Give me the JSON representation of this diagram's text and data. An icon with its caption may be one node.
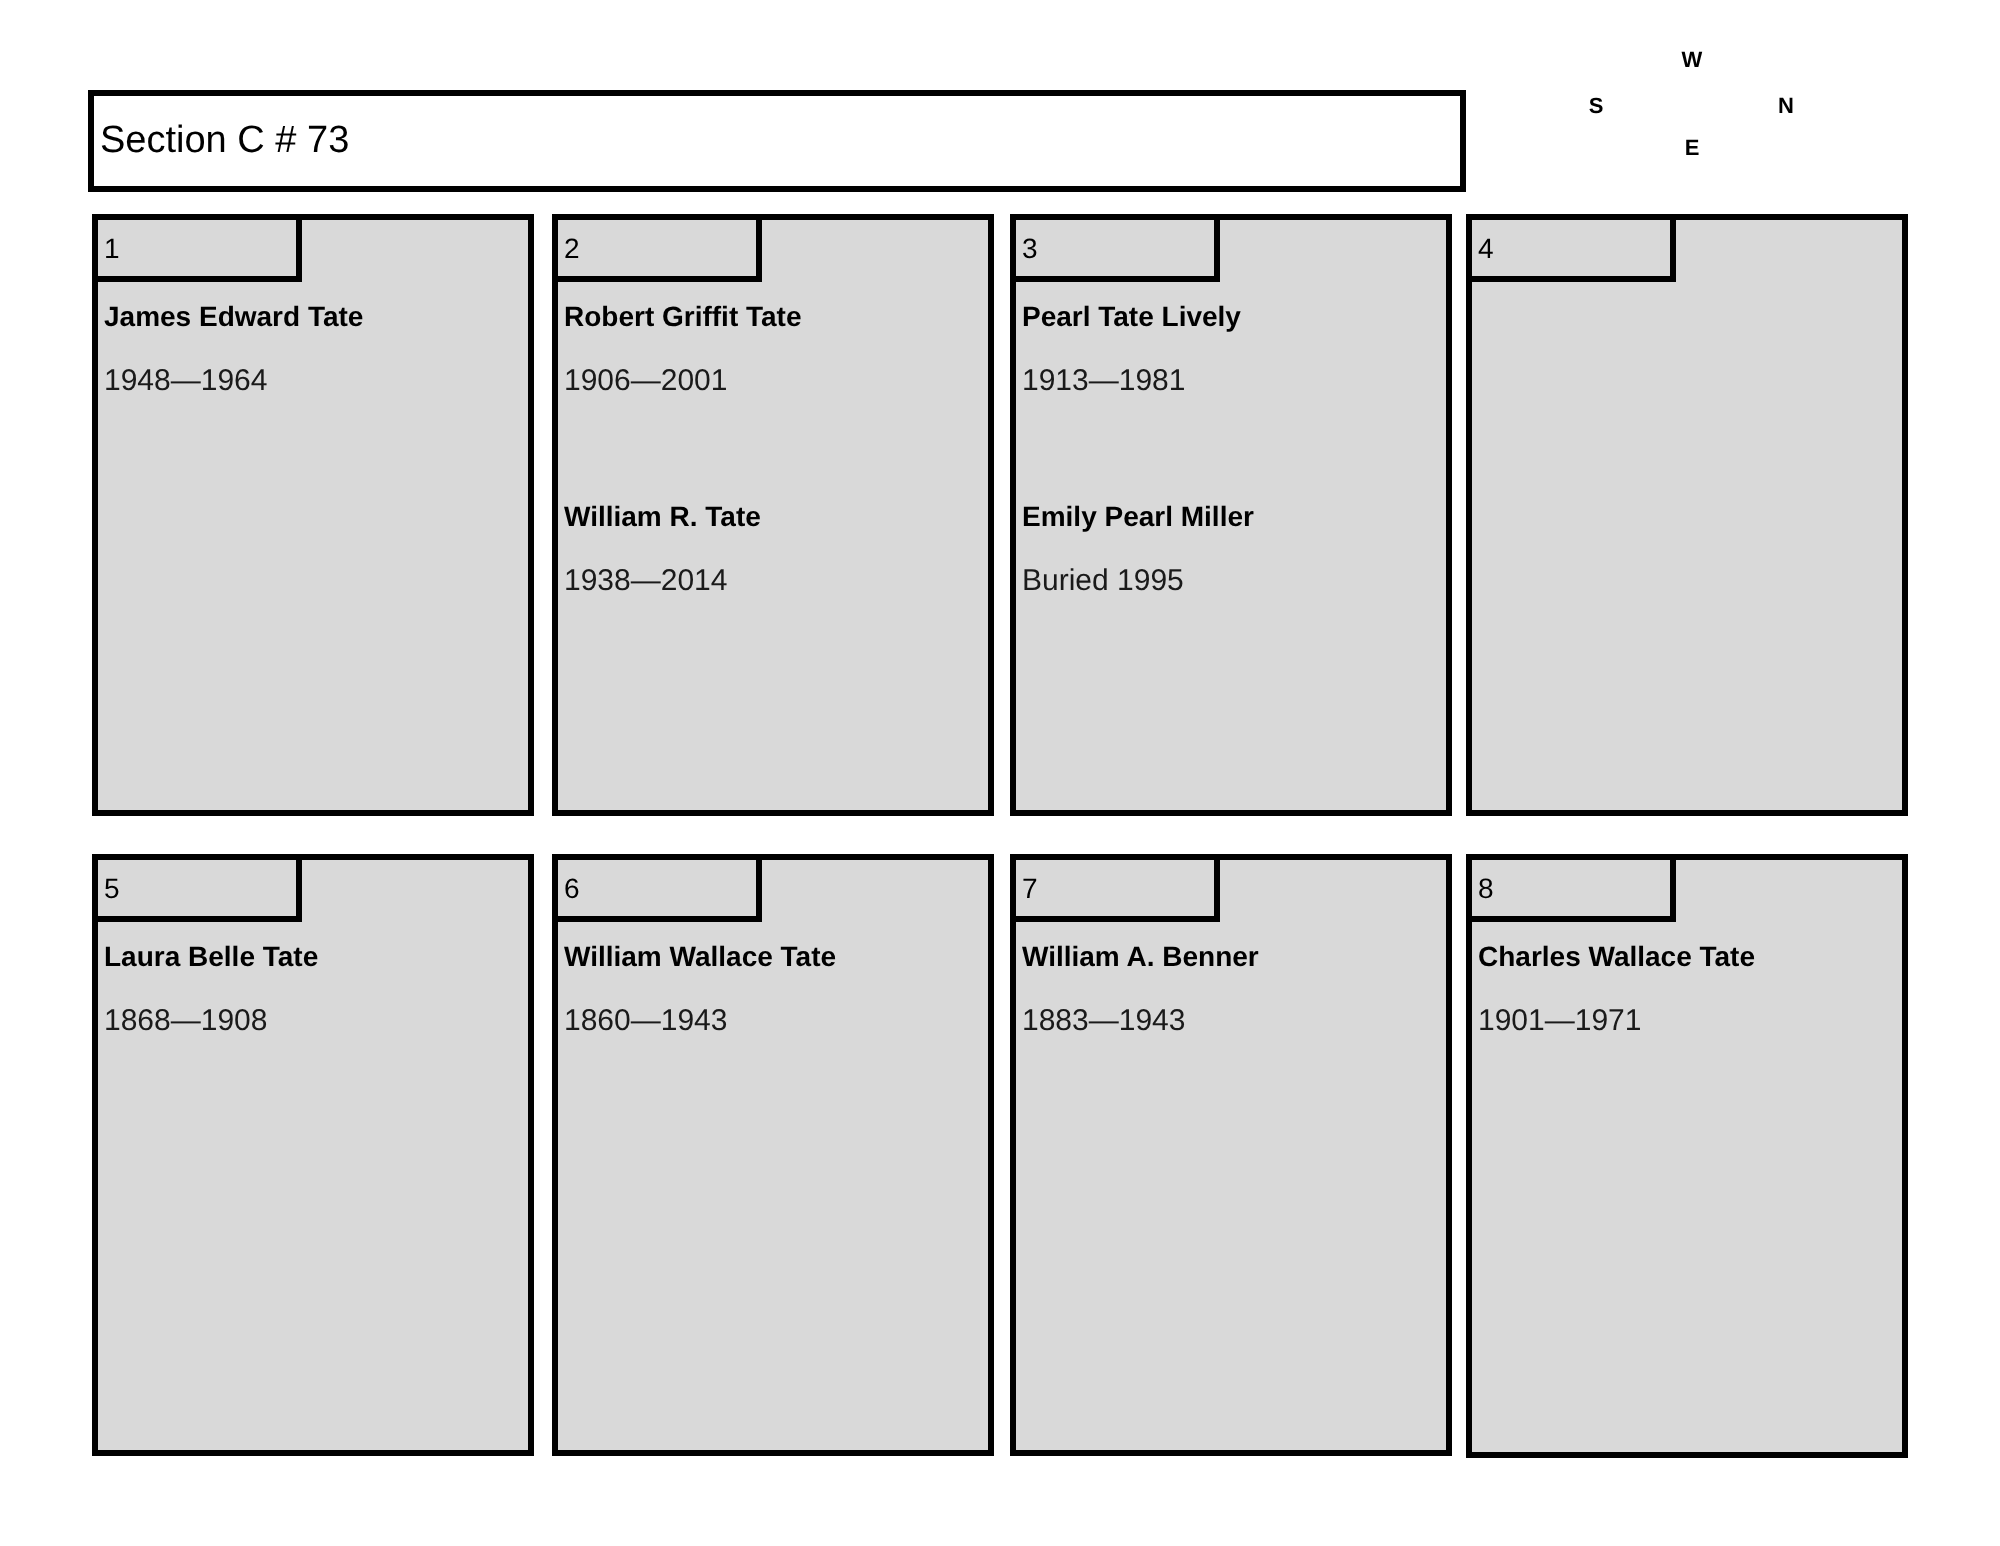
{
  "diagram": {
    "nodes": [
      {
        "text": [
          "Section C # 73"
        ]
      },
      {
        "text": [
          "James Edward Tate",
          "1948—1964"
        ]
      },
      {
        "text": [
          "1"
        ],
        "in": 1
      },
      {
        "text": [
          "Robert Griffit Tate",
          "1906—2001",
          "William R. Tate",
          "1938—2014"
        ]
      },
      {
        "text": [
          "2"
        ],
        "in": 3
      },
      {
        "text": [
          "Pearl Tate Lively",
          "1913—1981",
          "Emily Pearl Miller",
          "Buried 1995"
        ]
      },
      {
        "text": [
          "3"
        ],
        "in": 5
      },
      {
        "text": [],
        "shape": "box"
      },
      {
        "text": [
          "4"
        ],
        "in": 7
      },
      {
        "text": [
          "Laura Belle Tate",
          "1868—1908"
        ]
      },
      {
        "text": [
          "5"
        ],
        "in": 9
      },
      {
        "text": [
          "William Wallace Tate",
          "1860—1943"
        ]
      },
      {
        "text": [
          "6"
        ],
        "in": 11
      },
      {
        "text": [
          "William A. Benner",
          "1883—1943"
        ]
      },
      {
        "text": [
          "7"
        ],
        "in": 13
      },
      {
        "text": [
          "Charles Wallace Tate",
          "1901—1971"
        ]
      },
      {
        "text": [
          "8"
        ],
        "in": 15
      }
    ],
    "labels": [
      "W",
      "S",
      "N",
      "E"
    ]
  }
}
